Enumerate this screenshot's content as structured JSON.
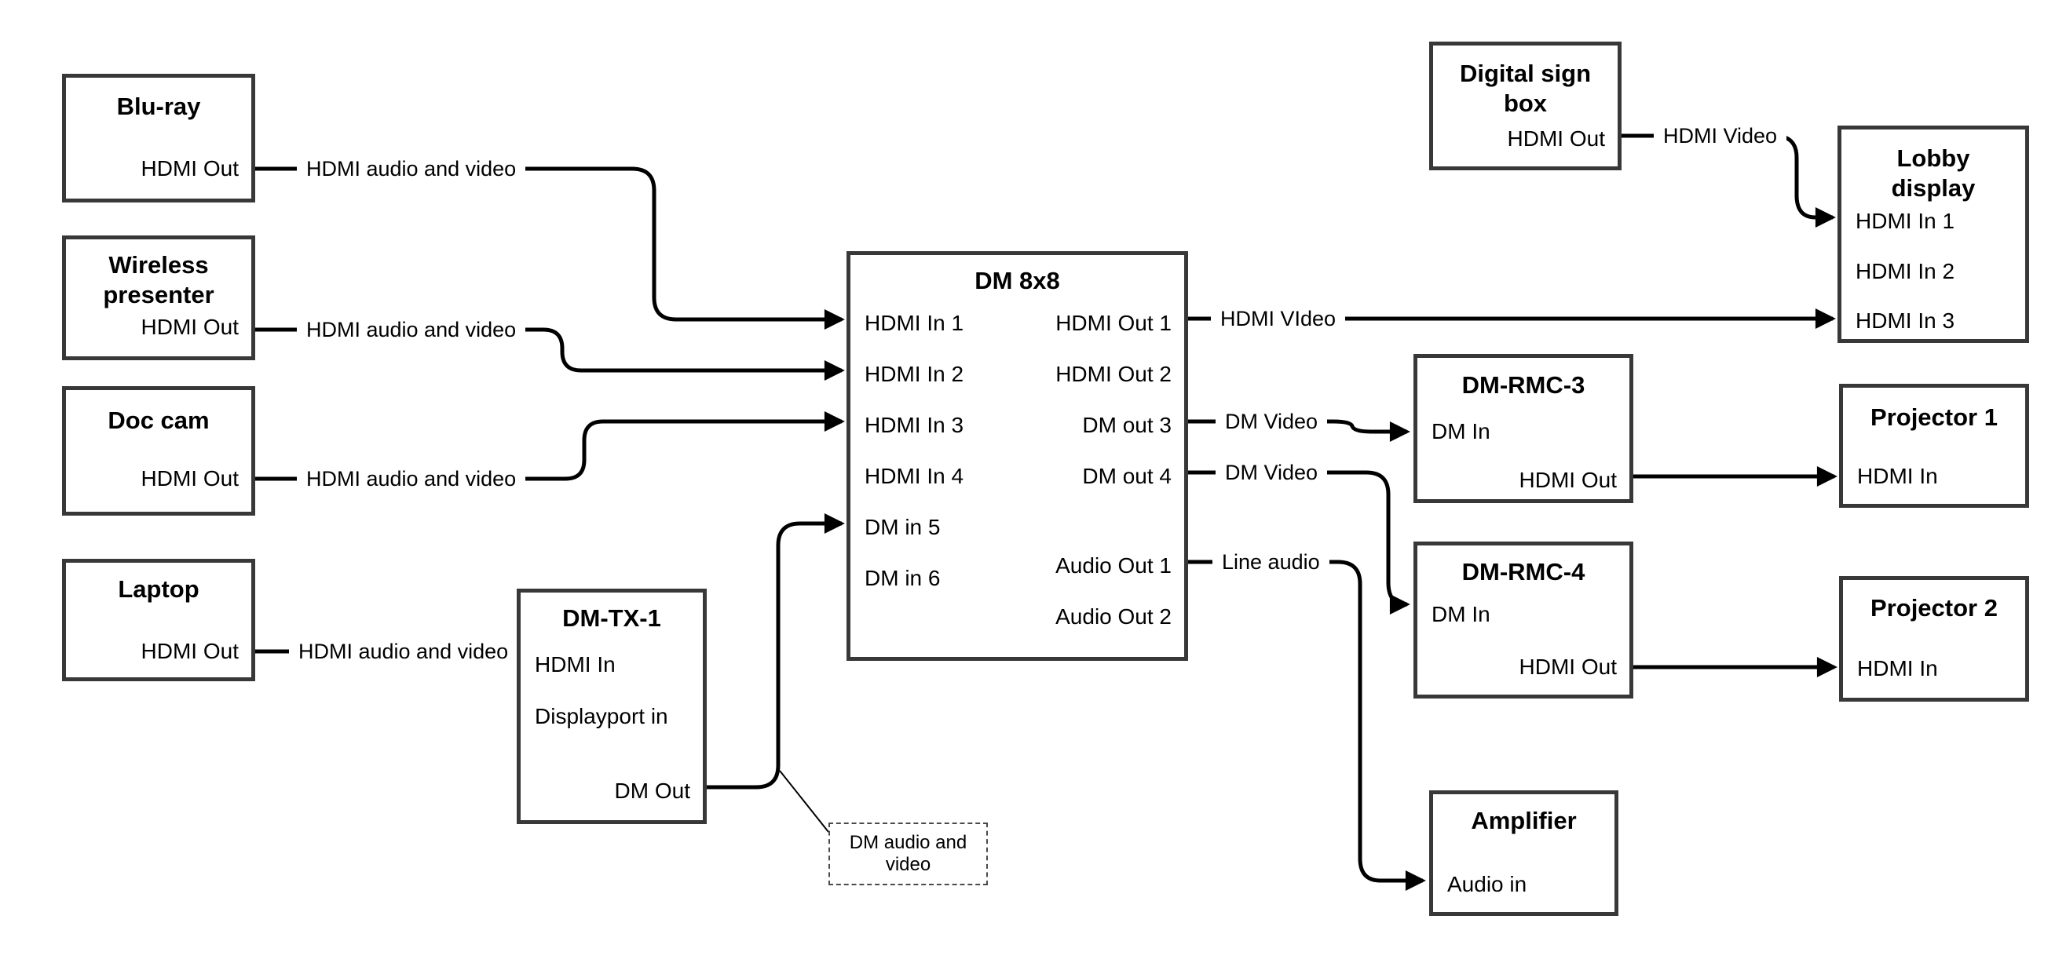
{
  "colors": {
    "wire": "#000000",
    "box_border": "#383838",
    "background": "#ffffff"
  },
  "boxes": {
    "bluray": {
      "title": "Blu-ray",
      "port_hdmi_out": "HDMI Out"
    },
    "wireless": {
      "title": "Wireless presenter",
      "port_hdmi_out": "HDMI Out"
    },
    "doccam": {
      "title": "Doc cam",
      "port_hdmi_out": "HDMI Out"
    },
    "laptop": {
      "title": "Laptop",
      "port_hdmi_out": "HDMI Out"
    },
    "dmtx1": {
      "title": "DM-TX-1",
      "port_hdmi_in": "HDMI In",
      "port_displayport_in": "Displayport in",
      "port_dm_out": "DM Out"
    },
    "dm8x8": {
      "title": "DM 8x8",
      "ports_left": [
        "HDMI In 1",
        "HDMI In 2",
        "HDMI In 3",
        "HDMI In 4",
        "DM in 5",
        "DM in 6"
      ],
      "ports_right": [
        "HDMI Out 1",
        "HDMI Out 2",
        "DM out 3",
        "DM out 4",
        "Audio Out 1",
        "Audio Out 2"
      ]
    },
    "digitalsign": {
      "title": "Digital sign box",
      "port_hdmi_out": "HDMI Out"
    },
    "lobby": {
      "title": "Lobby display",
      "ports_left": [
        "HDMI In 1",
        "HDMI In 2",
        "HDMI In 3"
      ]
    },
    "rmc3": {
      "title": "DM-RMC-3",
      "port_dm_in": "DM In",
      "port_hdmi_out": "HDMI Out"
    },
    "proj1": {
      "title": "Projector 1",
      "port_hdmi_in": "HDMI In"
    },
    "rmc4": {
      "title": "DM-RMC-4",
      "port_dm_in": "DM In",
      "port_hdmi_out": "HDMI Out"
    },
    "proj2": {
      "title": "Projector 2",
      "port_hdmi_in": "HDMI In"
    },
    "amp": {
      "title": "Amplifier",
      "port_audio_in": "Audio in"
    }
  },
  "note": {
    "text": "DM audio and video"
  },
  "wire_labels": {
    "bluray_link": "HDMI audio and video",
    "wireless_link": "HDMI audio and video",
    "doccam_link": "HDMI audio and video",
    "laptop_link": "HDMI audio and video",
    "out1_link": "HDMI VIdeo",
    "sign_link": "HDMI Video",
    "out3_link": "DM Video",
    "out4_link": "DM Video",
    "audio1_link": "Line audio"
  }
}
